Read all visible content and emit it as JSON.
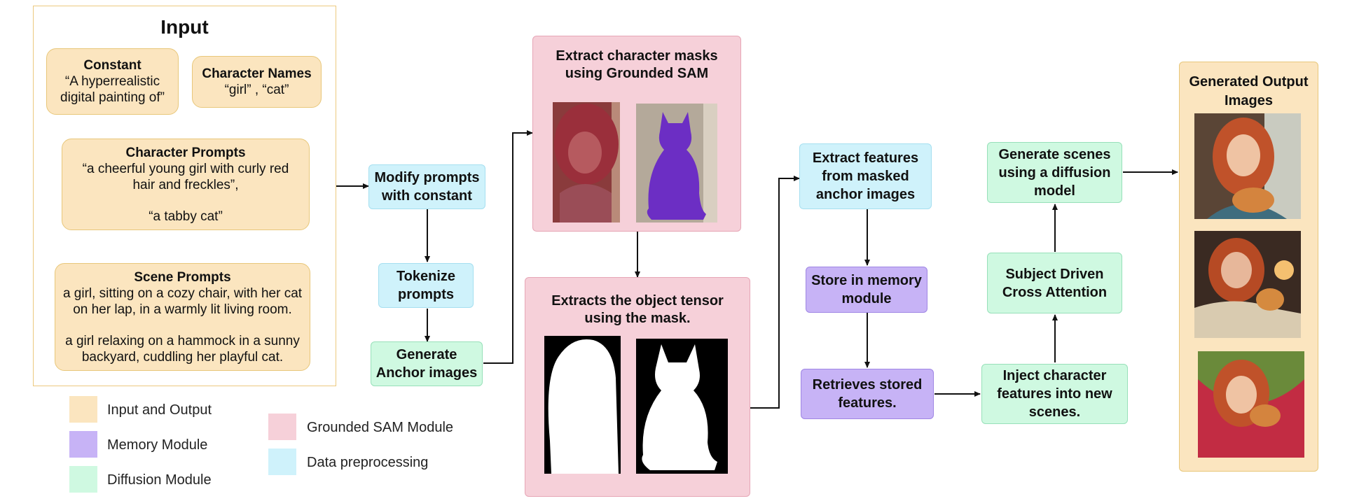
{
  "colors": {
    "input_output": "#fbe5bf",
    "memory": "#c7b3f6",
    "diffusion": "#cff9e1",
    "grounded_sam": "#f6d0d9",
    "preprocessing": "#cff2fb"
  },
  "input": {
    "title": "Input",
    "constant": {
      "heading": "Constant",
      "text": "“A hyperrealistic digital painting of”"
    },
    "character_names": {
      "heading": "Character Names",
      "text": "“girl” , “cat”"
    },
    "character_prompts": {
      "heading": "Character Prompts",
      "text1": "“a cheerful young girl with curly red hair and freckles”,",
      "text2": "“a tabby cat”"
    },
    "scene_prompts": {
      "heading": "Scene Prompts",
      "text1": "a girl, sitting on a cozy chair, with her cat on her lap, in a warmly lit living room.",
      "text2": "a girl relaxing on a hammock in a sunny backyard, cuddling her playful cat."
    }
  },
  "nodes": {
    "modify": "Modify prompts with constant",
    "tokenize": "Tokenize prompts",
    "generate_anchor": "Generate Anchor images",
    "extract_masks": "Extract character masks using Grounded SAM",
    "extract_tensor": "Extracts the object tensor using the mask.",
    "extract_features": "Extract features from masked anchor images",
    "store_memory": "Store in memory module",
    "retrieve": "Retrieves stored features.",
    "inject": "Inject character features into new scenes.",
    "subject_attention": "Subject Driven Cross Attention",
    "generate_scenes": "Generate scenes using a diffusion model",
    "output_title": "Generated Output Images"
  },
  "legend": [
    {
      "label": "Input and Output",
      "color": "#fbe5bf"
    },
    {
      "label": "Memory Module",
      "color": "#c7b3f6"
    },
    {
      "label": "Diffusion Module",
      "color": "#cff9e1"
    },
    {
      "label": "Grounded SAM Module",
      "color": "#f6d0d9"
    },
    {
      "label": "Data preprocessing",
      "color": "#cff2fb"
    }
  ]
}
